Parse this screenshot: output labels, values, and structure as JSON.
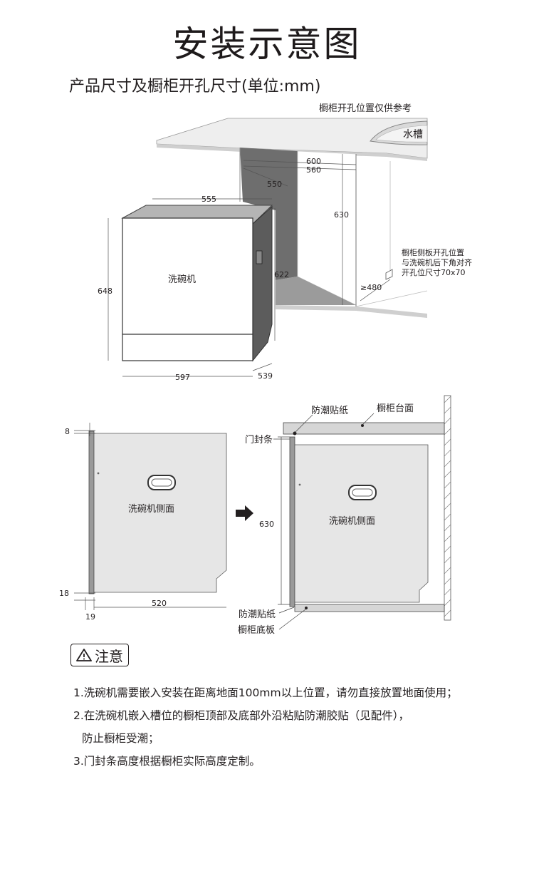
{
  "title": "安装示意图",
  "subtitle": "产品尺寸及橱柜开孔尺寸(单位:mm)",
  "top_diagram": {
    "cabinet_note": "橱柜开孔位置仅供参考",
    "sink_label": "水槽",
    "appliance_label": "洗碗机",
    "side_note_lines": [
      "橱柜侧板开孔位置",
      "与洗碗机后下角对齐",
      "开孔位尺寸70x70"
    ],
    "dims": {
      "opening_width": "600",
      "opening_inner": "560",
      "opening_depth": "550",
      "opening_height": "630",
      "min_depth": "≥480",
      "top_depth": "555",
      "height": "648",
      "body_height": "622",
      "width": "597",
      "base_depth": "539"
    }
  },
  "bottom_diagram": {
    "side_label_left": "洗碗机侧面",
    "side_label_right": "洗碗机侧面",
    "moisture_film_top": "防潮贴纸",
    "countertop": "橱柜台面",
    "door_seal": "门封条",
    "moisture_film_bottom": "防潮贴纸",
    "cabinet_bottom": "橱柜底板",
    "dims": {
      "top_gap": "8",
      "bottom_gap": "18",
      "toe": "19",
      "depth": "520",
      "height": "630"
    }
  },
  "notes": {
    "title": "注意",
    "items": [
      "1.洗碗机需要嵌入安装在距离地面100mm以上位置，请勿直接放置地面使用；",
      "2.在洗碗机嵌入槽位的橱柜顶部及底部外沿粘贴防潮胶贴（见配件），",
      "防止橱柜受潮；",
      "3.门封条高度根据橱柜实际高度定制。"
    ]
  }
}
